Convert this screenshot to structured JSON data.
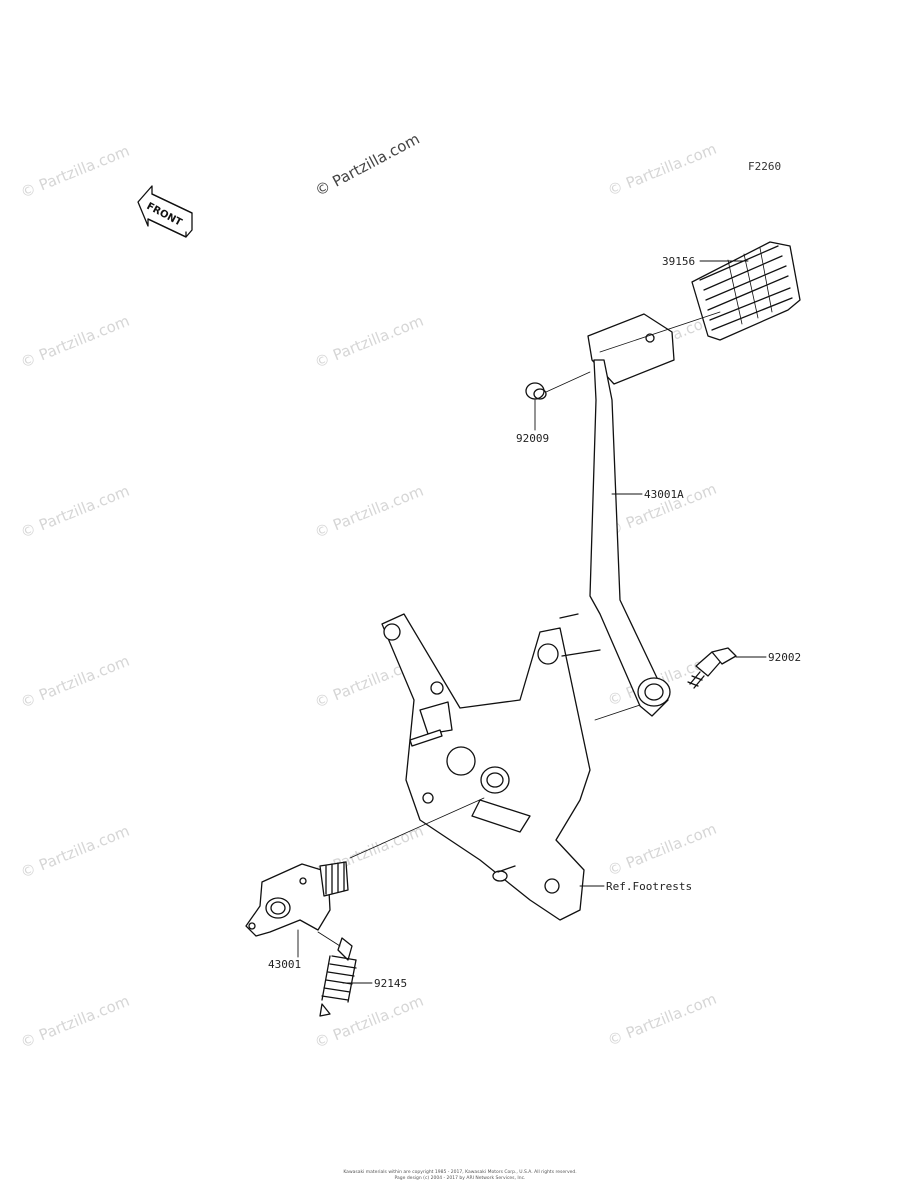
{
  "diagram": {
    "code": "F2260",
    "front_label": "FRONT",
    "watermark": "© Partzilla.com",
    "parts": [
      {
        "id": "39156"
      },
      {
        "id": "92009"
      },
      {
        "id": "43001A"
      },
      {
        "id": "92002"
      },
      {
        "id": "Ref.Footrests"
      },
      {
        "id": "43001"
      },
      {
        "id": "92145"
      }
    ],
    "footer": {
      "line1": "Kawasaki materials within are copyright 1985 - 2017, Kawasaki Motors Corp., U.S.A.  All rights reserved.",
      "line2": "Page design (c) 2004 - 2017 by ARI Network Services, Inc."
    }
  }
}
